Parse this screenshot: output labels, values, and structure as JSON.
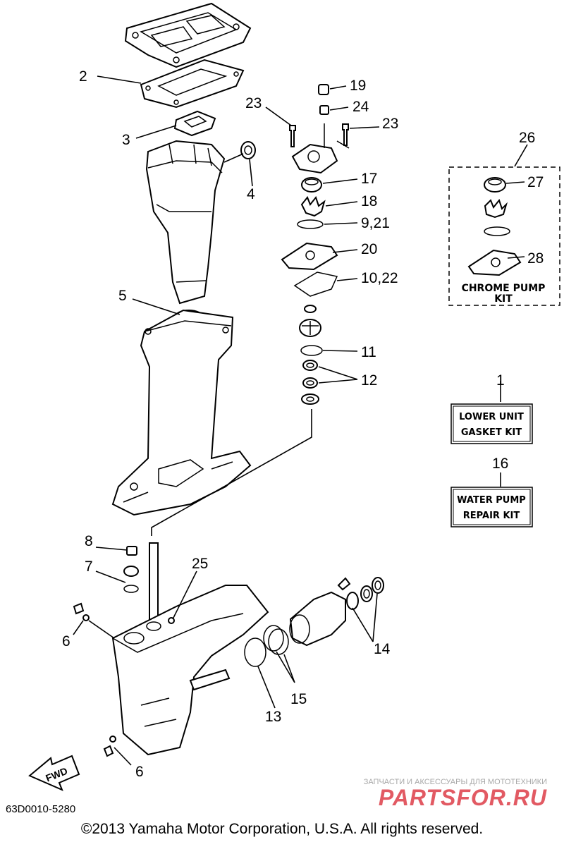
{
  "callouts": {
    "n1": "1",
    "n2": "2",
    "n3": "3",
    "n4": "4",
    "n5": "5",
    "n6a": "6",
    "n6b": "6",
    "n7": "7",
    "n8": "8",
    "n9_21": "9,21",
    "n10_22": "10,22",
    "n11": "11",
    "n12": "12",
    "n13": "13",
    "n14": "14",
    "n15": "15",
    "n16": "16",
    "n17": "17",
    "n18": "18",
    "n19": "19",
    "n20": "20",
    "n23a": "23",
    "n23b": "23",
    "n24": "24",
    "n25": "25",
    "n26": "26",
    "n27": "27",
    "n28": "28"
  },
  "kits": {
    "lower_unit_line1": "LOWER UNIT",
    "lower_unit_line2": "GASKET KIT",
    "water_pump_line1": "WATER PUMP",
    "water_pump_line2": "REPAIR KIT",
    "chrome_line1": "CHROME PUMP",
    "chrome_line2": "KIT"
  },
  "fwd_label": "FWD",
  "diagram_code": "63D0010-5280",
  "copyright": "©2013 Yamaha Motor Corporation, U.S.A. All rights reserved.",
  "watermark": {
    "tagline": "ЗАПЧАСТИ И АКСЕССУАРЫ ДЛЯ МОТОТЕХНИКИ",
    "brand": "PARTSFOR.RU",
    "brand_color": "#e25a63"
  }
}
